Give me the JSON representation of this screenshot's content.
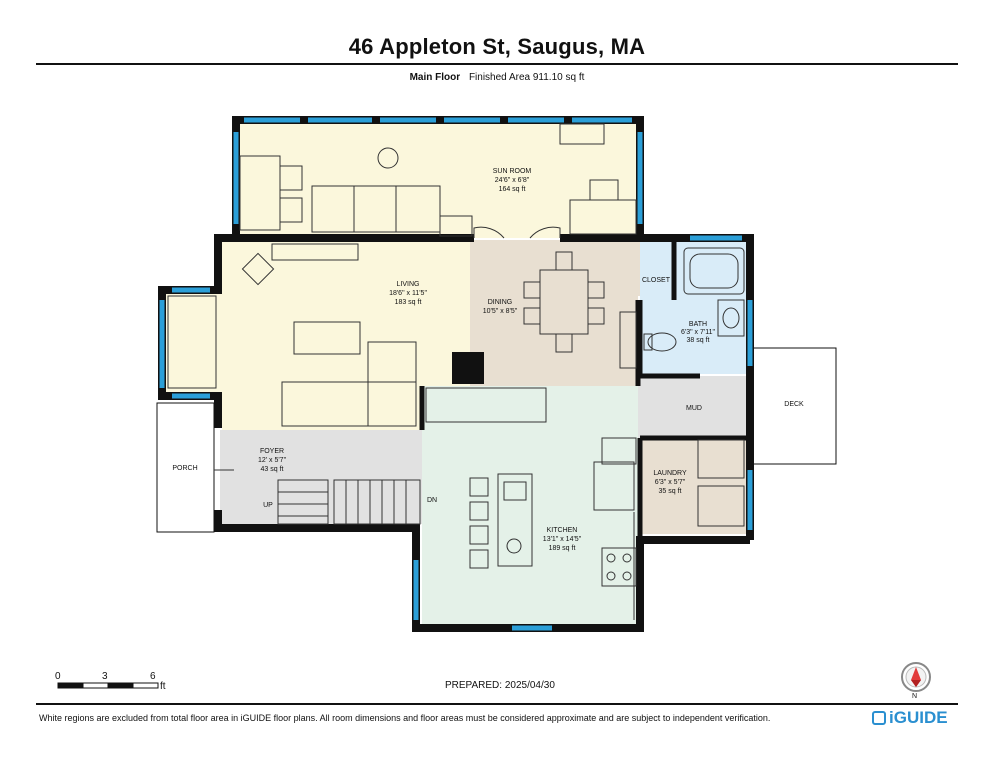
{
  "header": {
    "title": "46 Appleton St, Saugus, MA"
  },
  "subheader": {
    "floor": "Main Floor",
    "area": "Finished Area 911.10 sq ft"
  },
  "rooms": {
    "sunroom": {
      "name": "SUN ROOM",
      "dims": "24'6\" x 6'8\"",
      "area": "164 sq ft"
    },
    "living": {
      "name": "LIVING",
      "dims": "18'6\" x 11'5\"",
      "area": "183 sq ft"
    },
    "dining": {
      "name": "DINING",
      "dims": "10'5\" x 8'5\""
    },
    "closet": {
      "name": "CLOSET"
    },
    "bath": {
      "name": "BATH",
      "dims": "6'3\" x 7'11\"",
      "area": "38 sq ft"
    },
    "mud": {
      "name": "MUD"
    },
    "deck": {
      "name": "DECK"
    },
    "laundry": {
      "name": "LAUNDRY",
      "dims": "6'3\" x 5'7\"",
      "area": "35 sq ft"
    },
    "foyer": {
      "name": "FOYER",
      "dims": "12' x 5'7\"",
      "area": "43 sq ft"
    },
    "porch": {
      "name": "PORCH"
    },
    "kitchen": {
      "name": "KITCHEN",
      "dims": "13'1\" x 14'5\"",
      "area": "189 sq ft"
    },
    "stairs_up": "UP",
    "stairs_dn": "DN"
  },
  "scale": {
    "labels": [
      "0",
      "3",
      "6"
    ],
    "unit": "ft"
  },
  "prepared": "PREPARED: 2025/04/30",
  "footer": {
    "disclaimer": "White regions are excluded from total floor area in iGUIDE floor plans. All room dimensions and floor areas must be considered approximate and are subject to independent verification.",
    "brand": "iGUIDE"
  },
  "compass": {
    "label": "N"
  },
  "colors": {
    "wall": "#111111",
    "window": "#2b9fd8",
    "sunroom_fill": "#fbf7dc",
    "living_fill": "#fbf7dc",
    "dining_fill": "#e8dfd1",
    "kitchen_fill": "#e4f1e8",
    "bath_fill": "#d9ecf8",
    "laundry_fill": "#e8dfd1",
    "foyer_fill": "#e1e1e1"
  }
}
